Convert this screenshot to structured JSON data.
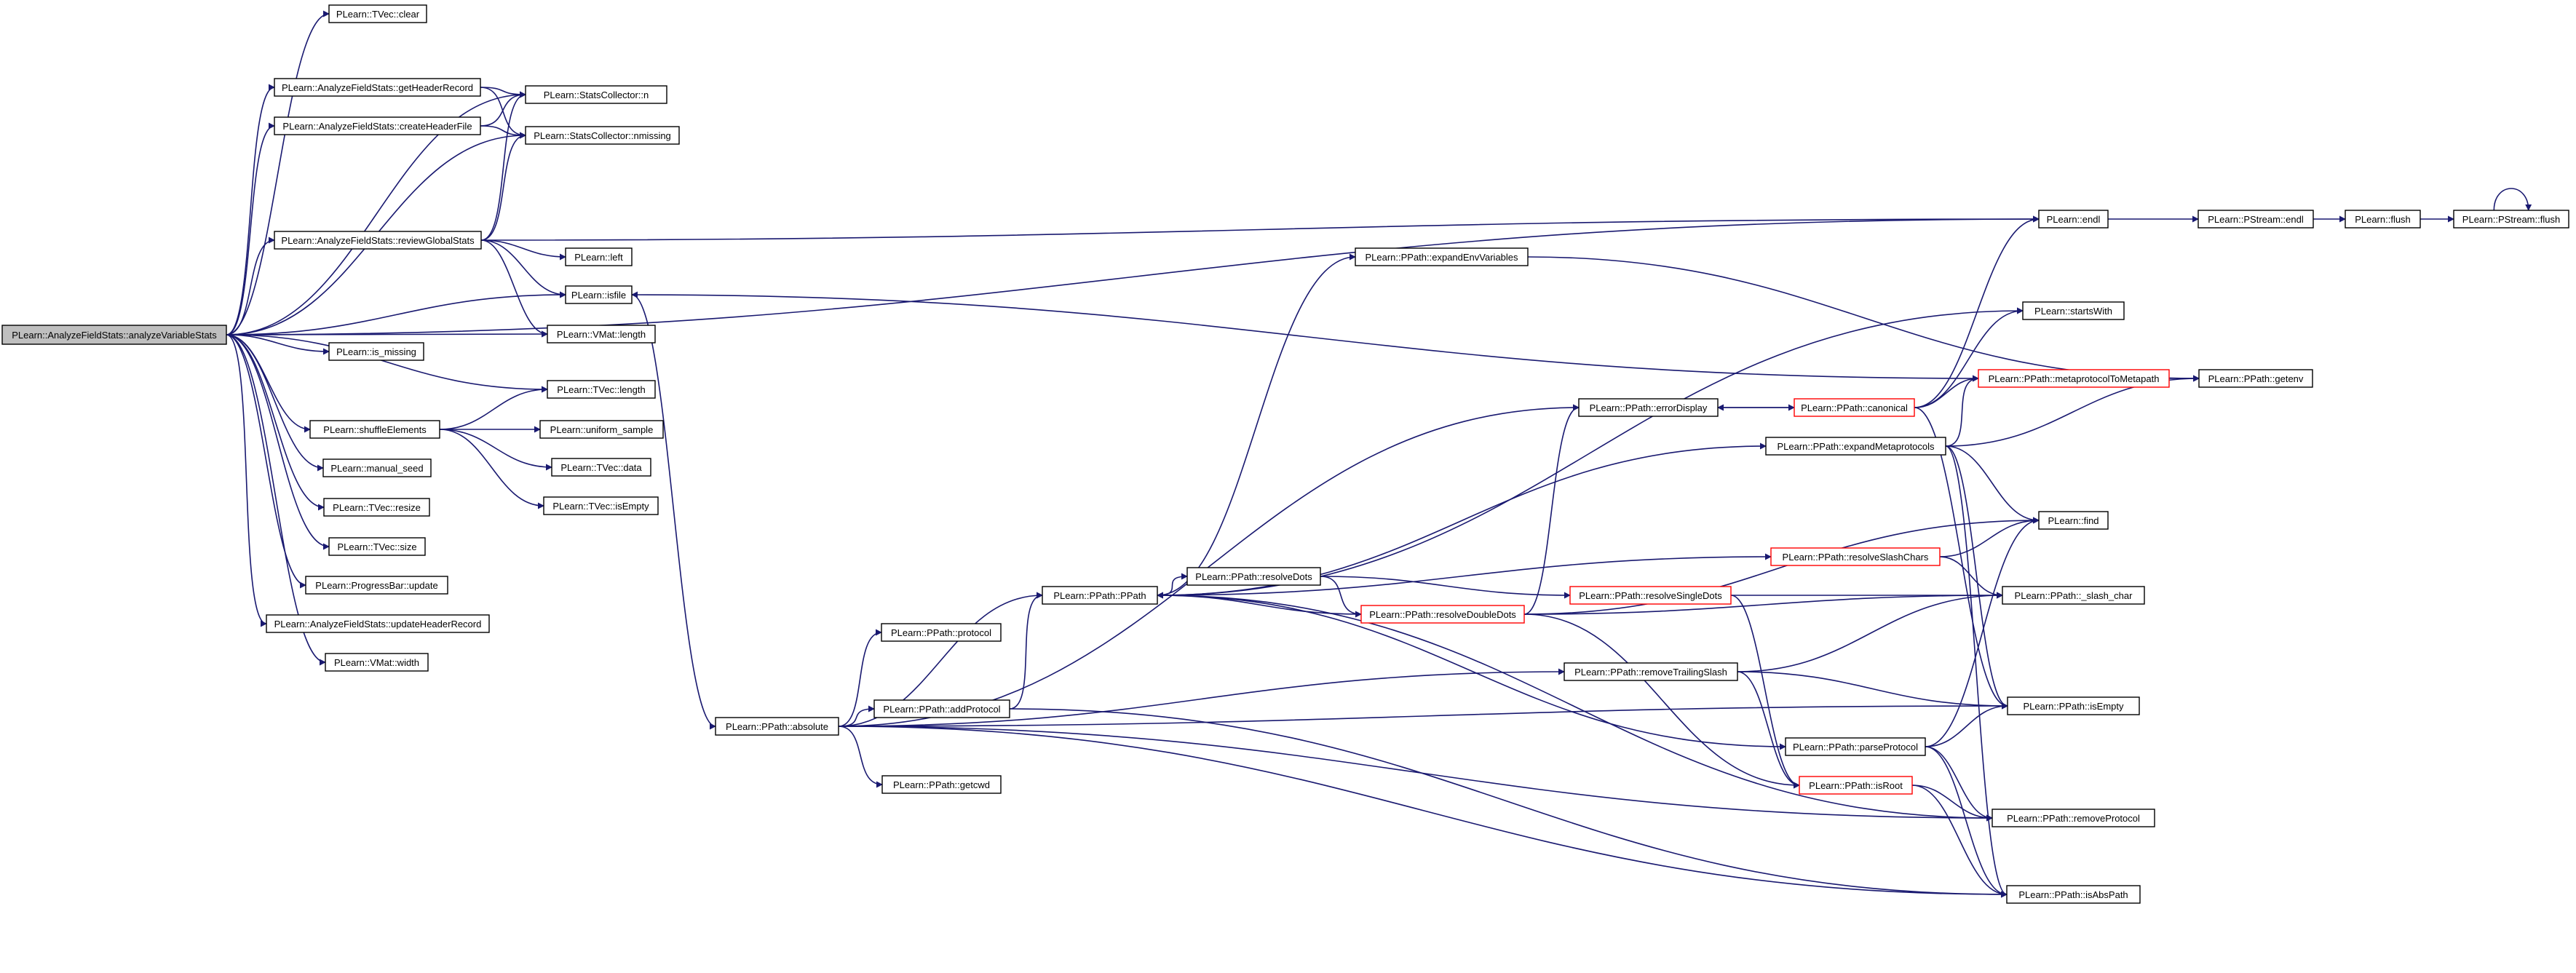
{
  "colors": {
    "edge": "#191970",
    "node_border": "#000000",
    "node_border_truncated": "#ff0000",
    "root_fill": "#bfbfbf",
    "node_fill": "#ffffff",
    "text": "#000000"
  },
  "nodes": [
    {
      "id": "analyzeVariableStats",
      "label": "PLearn::AnalyzeFieldStats::analyzeVariableStats",
      "kind": "root"
    },
    {
      "id": "tvec_clear",
      "label": "PLearn::TVec::clear"
    },
    {
      "id": "getHeaderRecord",
      "label": "PLearn::AnalyzeFieldStats::getHeaderRecord"
    },
    {
      "id": "createHeaderFile",
      "label": "PLearn::AnalyzeFieldStats::createHeaderFile"
    },
    {
      "id": "reviewGlobalStats",
      "label": "PLearn::AnalyzeFieldStats::reviewGlobalStats"
    },
    {
      "id": "sc_n",
      "label": "PLearn::StatsCollector::n"
    },
    {
      "id": "sc_nmissing",
      "label": "PLearn::StatsCollector::nmissing"
    },
    {
      "id": "left",
      "label": "PLearn::left"
    },
    {
      "id": "isfile",
      "label": "PLearn::isfile"
    },
    {
      "id": "vmat_length",
      "label": "PLearn::VMat::length"
    },
    {
      "id": "is_missing",
      "label": "PLearn::is_missing"
    },
    {
      "id": "tvec_length",
      "label": "PLearn::TVec::length"
    },
    {
      "id": "shuffleElements",
      "label": "PLearn::shuffleElements"
    },
    {
      "id": "uniform_sample",
      "label": "PLearn::uniform_sample"
    },
    {
      "id": "tvec_data",
      "label": "PLearn::TVec::data"
    },
    {
      "id": "tvec_isEmpty",
      "label": "PLearn::TVec::isEmpty"
    },
    {
      "id": "manual_seed",
      "label": "PLearn::manual_seed"
    },
    {
      "id": "tvec_resize",
      "label": "PLearn::TVec::resize"
    },
    {
      "id": "tvec_size",
      "label": "PLearn::TVec::size"
    },
    {
      "id": "pb_update",
      "label": "PLearn::ProgressBar::update"
    },
    {
      "id": "updateHeaderRecord",
      "label": "PLearn::AnalyzeFieldStats::updateHeaderRecord"
    },
    {
      "id": "vmat_width",
      "label": "PLearn::VMat::width"
    },
    {
      "id": "endl",
      "label": "PLearn::endl"
    },
    {
      "id": "pstream_endl",
      "label": "PLearn::PStream::endl"
    },
    {
      "id": "flush",
      "label": "PLearn::flush"
    },
    {
      "id": "pstream_flush",
      "label": "PLearn::PStream::flush"
    },
    {
      "id": "absolute",
      "label": "PLearn::PPath::absolute"
    },
    {
      "id": "protocol",
      "label": "PLearn::PPath::protocol"
    },
    {
      "id": "addProtocol",
      "label": "PLearn::PPath::addProtocol"
    },
    {
      "id": "getcwd",
      "label": "PLearn::PPath::getcwd"
    },
    {
      "id": "ppath",
      "label": "PLearn::PPath::PPath"
    },
    {
      "id": "expandEnvVariables",
      "label": "PLearn::PPath::expandEnvVariables"
    },
    {
      "id": "resolveDots",
      "label": "PLearn::PPath::resolveDots"
    },
    {
      "id": "resolveDoubleDots",
      "label": "PLearn::PPath::resolveDoubleDots",
      "kind": "truncated"
    },
    {
      "id": "errorDisplay",
      "label": "PLearn::PPath::errorDisplay"
    },
    {
      "id": "canonical",
      "label": "PLearn::PPath::canonical",
      "kind": "truncated"
    },
    {
      "id": "expandMetaprotocols",
      "label": "PLearn::PPath::expandMetaprotocols"
    },
    {
      "id": "resolveSingleDots",
      "label": "PLearn::PPath::resolveSingleDots",
      "kind": "truncated"
    },
    {
      "id": "resolveSlashChars",
      "label": "PLearn::PPath::resolveSlashChars",
      "kind": "truncated"
    },
    {
      "id": "removeTrailingSlash",
      "label": "PLearn::PPath::removeTrailingSlash"
    },
    {
      "id": "parseProtocol",
      "label": "PLearn::PPath::parseProtocol"
    },
    {
      "id": "isRoot",
      "label": "PLearn::PPath::isRoot",
      "kind": "truncated"
    },
    {
      "id": "metaprotocolToMetapath",
      "label": "PLearn::PPath::metaprotocolToMetapath",
      "kind": "truncated"
    },
    {
      "id": "startsWith",
      "label": "PLearn::startsWith"
    },
    {
      "id": "getenv",
      "label": "PLearn::PPath::getenv"
    },
    {
      "id": "find",
      "label": "PLearn::find"
    },
    {
      "id": "slash_char",
      "label": "PLearn::PPath::_slash_char"
    },
    {
      "id": "ppath_isEmpty",
      "label": "PLearn::PPath::isEmpty"
    },
    {
      "id": "removeProtocol",
      "label": "PLearn::PPath::removeProtocol"
    },
    {
      "id": "isAbsPath",
      "label": "PLearn::PPath::isAbsPath"
    }
  ],
  "edges": [
    [
      "analyzeVariableStats",
      "tvec_clear"
    ],
    [
      "analyzeVariableStats",
      "getHeaderRecord"
    ],
    [
      "analyzeVariableStats",
      "createHeaderFile"
    ],
    [
      "analyzeVariableStats",
      "sc_n"
    ],
    [
      "analyzeVariableStats",
      "sc_nmissing"
    ],
    [
      "analyzeVariableStats",
      "endl"
    ],
    [
      "analyzeVariableStats",
      "reviewGlobalStats"
    ],
    [
      "analyzeVariableStats",
      "isfile"
    ],
    [
      "analyzeVariableStats",
      "vmat_length"
    ],
    [
      "analyzeVariableStats",
      "is_missing"
    ],
    [
      "analyzeVariableStats",
      "tvec_length"
    ],
    [
      "analyzeVariableStats",
      "shuffleElements"
    ],
    [
      "analyzeVariableStats",
      "manual_seed"
    ],
    [
      "analyzeVariableStats",
      "tvec_resize"
    ],
    [
      "analyzeVariableStats",
      "tvec_size"
    ],
    [
      "analyzeVariableStats",
      "pb_update"
    ],
    [
      "analyzeVariableStats",
      "updateHeaderRecord"
    ],
    [
      "analyzeVariableStats",
      "vmat_width"
    ],
    [
      "getHeaderRecord",
      "sc_n"
    ],
    [
      "getHeaderRecord",
      "sc_nmissing"
    ],
    [
      "createHeaderFile",
      "sc_n"
    ],
    [
      "createHeaderFile",
      "sc_nmissing"
    ],
    [
      "reviewGlobalStats",
      "sc_n"
    ],
    [
      "reviewGlobalStats",
      "sc_nmissing"
    ],
    [
      "reviewGlobalStats",
      "endl"
    ],
    [
      "reviewGlobalStats",
      "left"
    ],
    [
      "reviewGlobalStats",
      "isfile"
    ],
    [
      "reviewGlobalStats",
      "vmat_length"
    ],
    [
      "shuffleElements",
      "tvec_length"
    ],
    [
      "shuffleElements",
      "uniform_sample"
    ],
    [
      "shuffleElements",
      "tvec_data"
    ],
    [
      "shuffleElements",
      "tvec_isEmpty"
    ],
    [
      "isfile",
      "absolute"
    ],
    [
      "endl",
      "pstream_endl"
    ],
    [
      "pstream_endl",
      "flush"
    ],
    [
      "flush",
      "pstream_flush"
    ],
    [
      "pstream_flush",
      "pstream_flush"
    ],
    [
      "absolute",
      "protocol"
    ],
    [
      "absolute",
      "addProtocol"
    ],
    [
      "absolute",
      "getcwd"
    ],
    [
      "absolute",
      "ppath"
    ],
    [
      "absolute",
      "errorDisplay"
    ],
    [
      "absolute",
      "removeTrailingSlash"
    ],
    [
      "absolute",
      "ppath_isEmpty"
    ],
    [
      "absolute",
      "removeProtocol"
    ],
    [
      "absolute",
      "isAbsPath"
    ],
    [
      "addProtocol",
      "ppath"
    ],
    [
      "addProtocol",
      "isAbsPath"
    ],
    [
      "ppath",
      "expandEnvVariables"
    ],
    [
      "ppath",
      "resolveDots"
    ],
    [
      "ppath",
      "startsWith"
    ],
    [
      "ppath",
      "expandMetaprotocols"
    ],
    [
      "ppath",
      "resolveSlashChars"
    ],
    [
      "ppath",
      "parseProtocol"
    ],
    [
      "resolveDots",
      "resolveSingleDots"
    ],
    [
      "resolveDots",
      "resolveDoubleDots"
    ],
    [
      "resolveDoubleDots",
      "ppath"
    ],
    [
      "resolveDoubleDots",
      "errorDisplay"
    ],
    [
      "resolveDoubleDots",
      "find"
    ],
    [
      "resolveDoubleDots",
      "slash_char"
    ],
    [
      "resolveDoubleDots",
      "isRoot"
    ],
    [
      "errorDisplay",
      "canonical"
    ],
    [
      "canonical",
      "endl"
    ],
    [
      "canonical",
      "startsWith"
    ],
    [
      "canonical",
      "metaprotocolToMetapath"
    ],
    [
      "canonical",
      "ppath_isEmpty"
    ],
    [
      "canonical",
      "errorDisplay"
    ],
    [
      "expandEnvVariables",
      "getenv"
    ],
    [
      "expandMetaprotocols",
      "metaprotocolToMetapath"
    ],
    [
      "expandMetaprotocols",
      "getenv"
    ],
    [
      "expandMetaprotocols",
      "find"
    ],
    [
      "expandMetaprotocols",
      "ppath_isEmpty"
    ],
    [
      "expandMetaprotocols",
      "isAbsPath"
    ],
    [
      "metaprotocolToMetapath",
      "isfile"
    ],
    [
      "metaprotocolToMetapath",
      "getenv"
    ],
    [
      "resolveSingleDots",
      "slash_char"
    ],
    [
      "resolveSingleDots",
      "isRoot"
    ],
    [
      "resolveSlashChars",
      "find"
    ],
    [
      "resolveSlashChars",
      "slash_char"
    ],
    [
      "removeTrailingSlash",
      "slash_char"
    ],
    [
      "removeTrailingSlash",
      "isRoot"
    ],
    [
      "removeTrailingSlash",
      "ppath_isEmpty"
    ],
    [
      "parseProtocol",
      "find"
    ],
    [
      "parseProtocol",
      "ppath_isEmpty"
    ],
    [
      "parseProtocol",
      "removeProtocol"
    ],
    [
      "parseProtocol",
      "isAbsPath"
    ],
    [
      "isRoot",
      "removeProtocol"
    ],
    [
      "isRoot",
      "isAbsPath"
    ],
    [
      "removeProtocol",
      "ppath"
    ]
  ]
}
